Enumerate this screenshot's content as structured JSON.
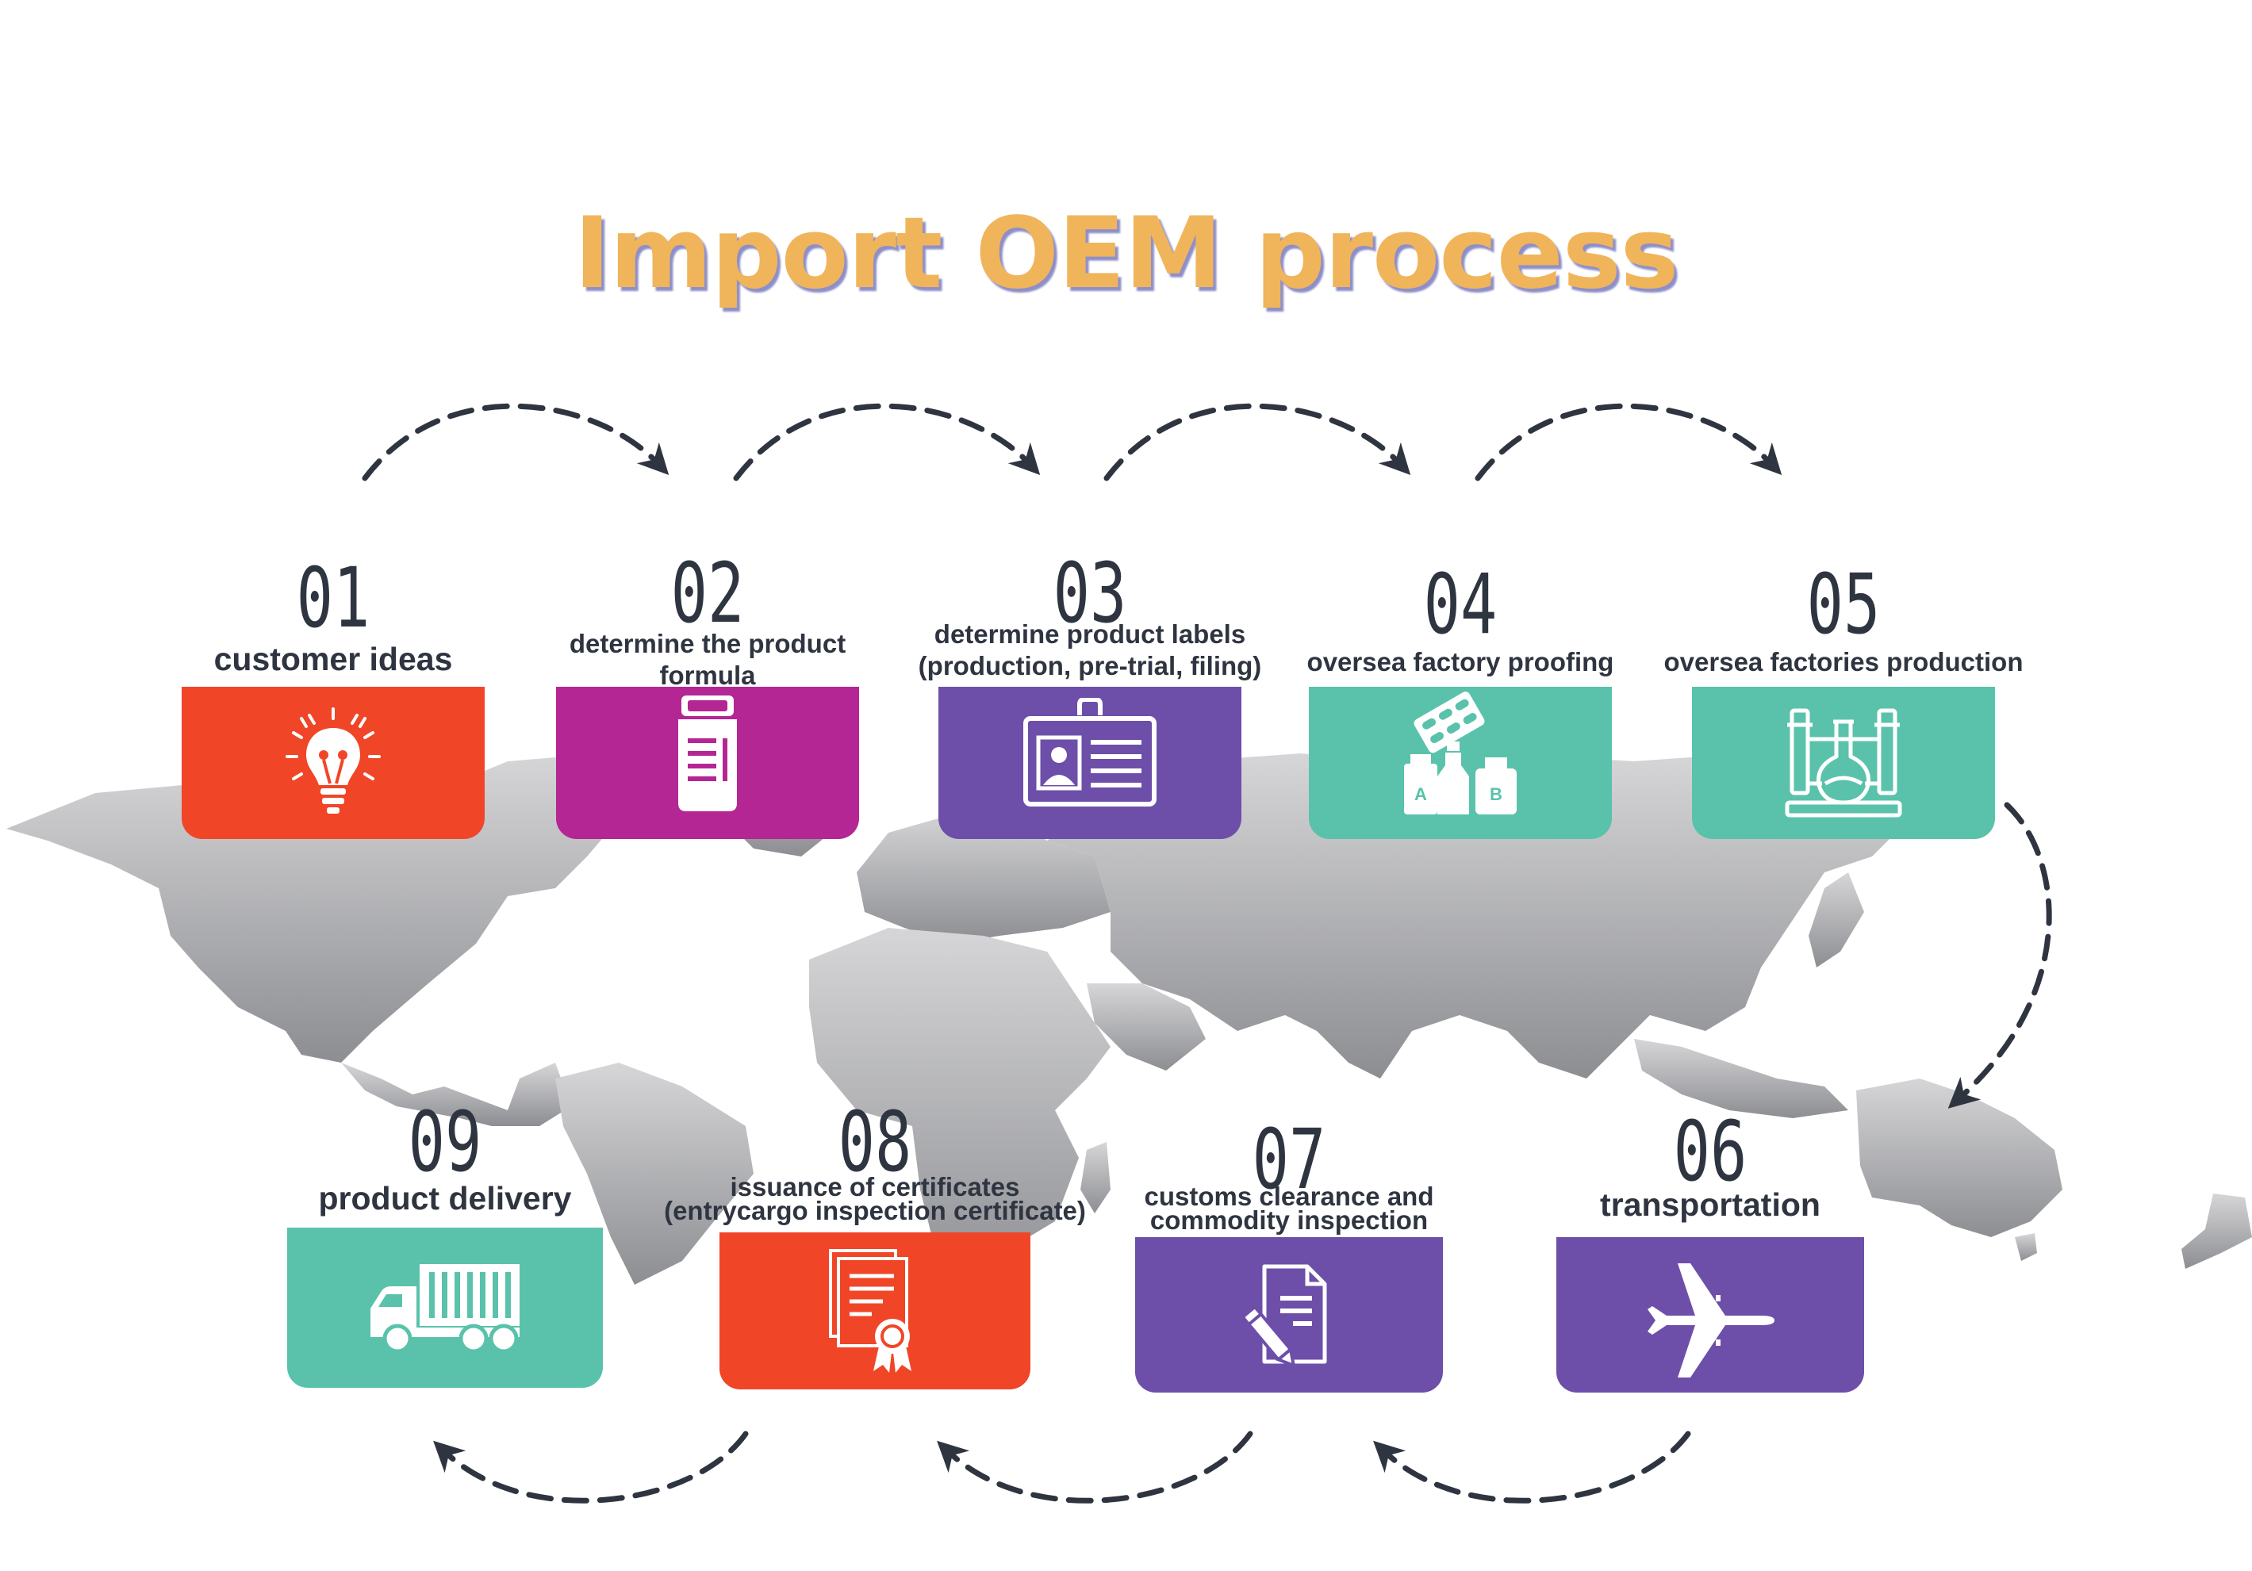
{
  "title": "Import OEM process",
  "colors": {
    "title": "#f0b45a",
    "dark": "#2f3540",
    "orange": "#f04627",
    "magenta": "#b42694",
    "purple": "#6d4faa",
    "teal": "#5ac2ab",
    "map": "#b9b9bb"
  },
  "steps": [
    {
      "number": "01",
      "label": "customer ideas",
      "icon": "light-bulb-icon",
      "color": "orange"
    },
    {
      "number": "02",
      "label_line1": "determine the product",
      "label_line2": "formula",
      "icon": "supplement-bottle-icon",
      "color": "magenta"
    },
    {
      "number": "03",
      "label_line1": "determine product labels",
      "label_line2": "(production, pre-trial, filing)",
      "icon": "id-badge-icon",
      "color": "purple"
    },
    {
      "number": "04",
      "label": "oversea factory proofing",
      "icon": "medicine-bottles-icon",
      "color": "teal"
    },
    {
      "number": "05",
      "label": "oversea factories production",
      "icon": "laboratory-flask-icon",
      "color": "teal"
    },
    {
      "number": "06",
      "label": "transportation",
      "icon": "airplane-icon",
      "color": "purple"
    },
    {
      "number": "07",
      "label_line1": "customs clearance and",
      "label_line2": "commodity inspection",
      "icon": "document-pen-icon",
      "color": "purple"
    },
    {
      "number": "08",
      "label_line1": "issuance of certificates",
      "label_line2": "(entrycargo inspection certificate)",
      "icon": "certificate-icon",
      "color": "orange"
    },
    {
      "number": "09",
      "label": "product delivery",
      "icon": "delivery-truck-icon",
      "color": "teal"
    }
  ]
}
